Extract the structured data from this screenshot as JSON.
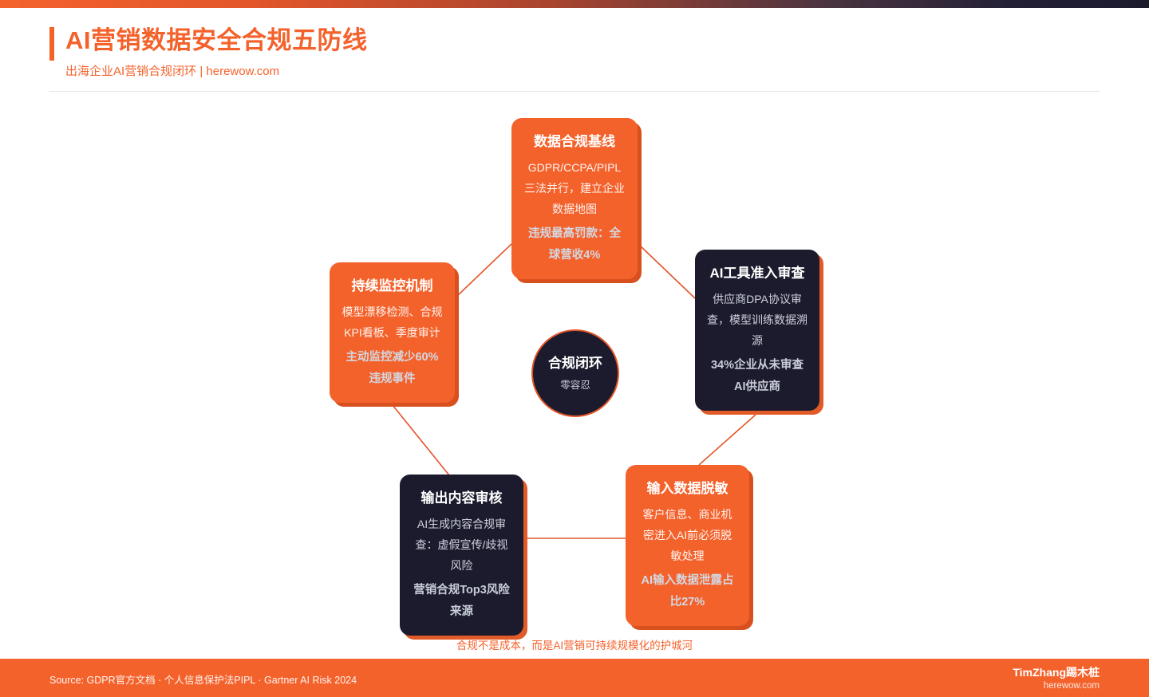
{
  "header": {
    "title": "AI营销数据安全合规五防线",
    "subtitle": "出海企业AI营销合规闭环 | herewow.com",
    "accent_color": "#f4622c",
    "navy_color": "#1b1b2d"
  },
  "hub": {
    "title": "合规闭环",
    "subtitle": "零容忍"
  },
  "cards": [
    {
      "id": "data-compliance-baseline",
      "title": "数据合规基线",
      "desc": "GDPR/CCPA/PIPL三法并行，建立企业数据地图",
      "metric": "违规最高罚款：全球营收4%",
      "theme": "orange"
    },
    {
      "id": "ai-tool-admission-review",
      "title": "AI工具准入审查",
      "desc": "供应商DPA协议审查，模型训练数据溯源",
      "metric": "34%企业从未审查AI供应商",
      "theme": "navy"
    },
    {
      "id": "input-data-masking",
      "title": "输入数据脱敏",
      "desc": "客户信息、商业机密进入AI前必须脱敏处理",
      "metric": "AI输入数据泄露占比27%",
      "theme": "orange"
    },
    {
      "id": "output-content-review",
      "title": "输出内容审核",
      "desc": "AI生成内容合规审查：虚假宣传/歧视风险",
      "metric": "营销合规Top3风险来源",
      "theme": "navy"
    },
    {
      "id": "continuous-monitoring",
      "title": "持续监控机制",
      "desc": "模型漂移检测、合规KPI看板、季度审计",
      "metric": "主动监控减少60%违规事件",
      "theme": "orange"
    }
  ],
  "tagline": "合规不是成本，而是AI营销可持续规模化的护城河",
  "footer": {
    "source": "Source: GDPR官方文档 · 个人信息保护法PIPL · Gartner AI Risk 2024",
    "brand_name": "TimZhang踢木桩",
    "brand_site": "herewow.com"
  }
}
